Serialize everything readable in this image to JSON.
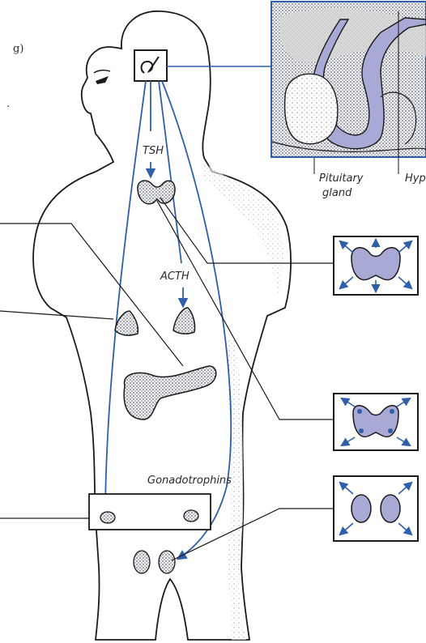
{
  "labels": {
    "tsh": "TSH",
    "acth": "ACTH",
    "gonadotrophins": "Gonadotrophins",
    "pituitary_gland_line1": "Pituitary",
    "pituitary_gland_line2": "gland",
    "hypothalamus_partial": "Hyp",
    "left_edge_fragment": "g)"
  },
  "colors": {
    "outline": "#1a1a1a",
    "arrow": "#2f5fa8",
    "gland_fill": "#a9a9d6",
    "gland_dark": "#6f6fb0",
    "inset_fill": "#dcdcdc"
  }
}
